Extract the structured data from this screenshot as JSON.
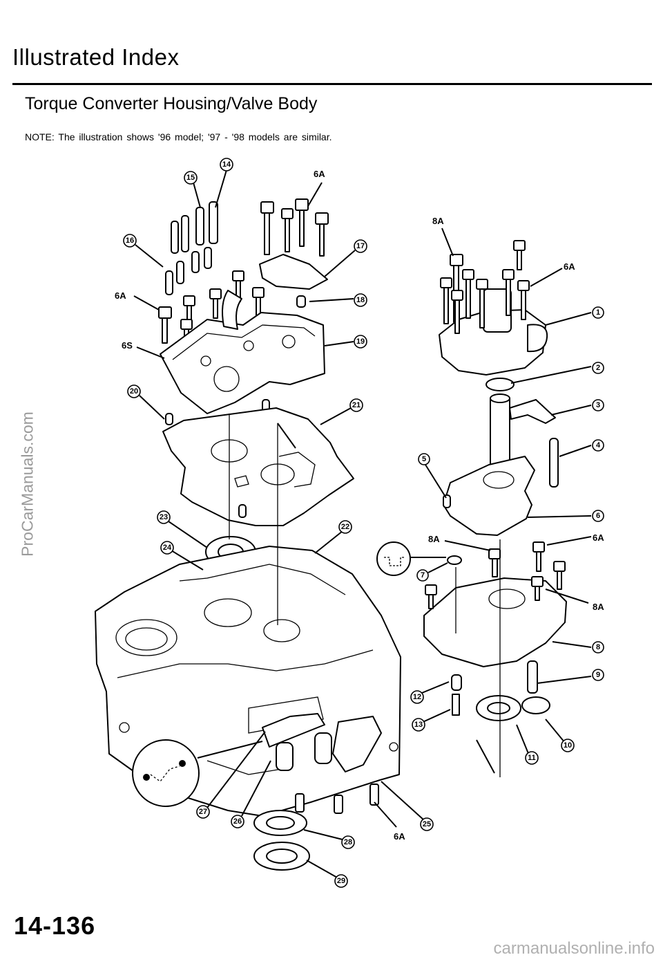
{
  "header": {
    "title": "Illustrated Index",
    "section": "Torque Converter Housing/Valve Body",
    "note": "NOTE:  The illustration shows '96 model; '97 - '98 models are similar."
  },
  "footer": {
    "page_number": "14-136"
  },
  "watermarks": {
    "left": "ProCarManuals.com",
    "bottom": "carmanualsonline.info"
  },
  "diagram": {
    "callouts": [
      "1",
      "2",
      "3",
      "4",
      "5",
      "6",
      "7",
      "8",
      "9",
      "10",
      "11",
      "12",
      "13",
      "14",
      "15",
      "16",
      "17",
      "18",
      "19",
      "20",
      "21",
      "22",
      "23",
      "24",
      "25",
      "26",
      "27",
      "28",
      "29"
    ],
    "labels": [
      "6A",
      "6A",
      "6S",
      "8A",
      "6A",
      "8A",
      "6A",
      "8A",
      "6A"
    ]
  }
}
